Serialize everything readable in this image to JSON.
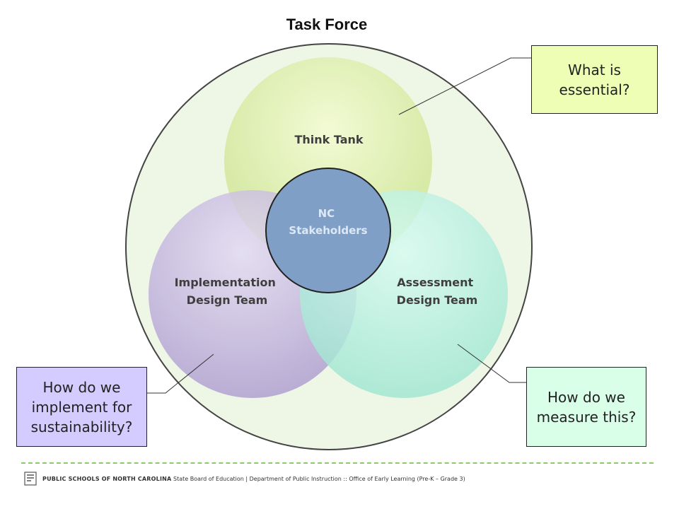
{
  "diagram": {
    "title": "Task Force",
    "circles": {
      "think_tank": "Think Tank",
      "implementation": [
        "Implementation",
        "Design Team"
      ],
      "assessment": [
        "Assessment",
        "Design Team"
      ],
      "center": [
        "NC",
        "Stakeholders"
      ]
    }
  },
  "callouts": {
    "essential": "What is essential?",
    "implement": "How do we implement for sustainability?",
    "measure": "How do we measure this?"
  },
  "footer": {
    "org": "PUBLIC SCHOOLS OF NORTH CAROLINA",
    "text": "State Board of Education | Department of Public Instruction  :: Office of Early Learning (Pre-K – Grade 3)"
  },
  "colors": {
    "outer_fill": "#eef6e6",
    "think_tank": "#d6ea9c",
    "implementation": "#b7a8d6",
    "assessment": "#a6ecd8",
    "center": "#7f9fc6",
    "footer_dash": "#8ccb6a"
  }
}
